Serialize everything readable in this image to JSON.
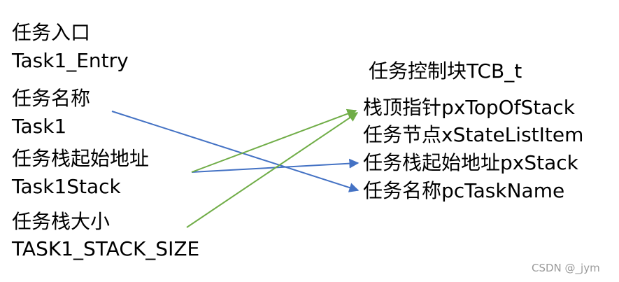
{
  "left": {
    "entry_label": "任务入口",
    "entry_value": "Task1_Entry",
    "name_label": "任务名称",
    "name_value": "Task1",
    "stack_start_label": "任务栈起始地址",
    "stack_start_value": "Task1Stack",
    "stack_size_label": "任务栈大小",
    "stack_size_value": "TASK1_STACK_SIZE"
  },
  "right": {
    "title": "任务控制块TCB_t",
    "fields": [
      "栈顶指针pxTopOfStack",
      "任务节点xStateListItem",
      "任务栈起始地址pxStack",
      "任务名称pcTaskName"
    ]
  },
  "watermark": "CSDN @_jym",
  "colors": {
    "blue_arrow": "#4472c4",
    "green_arrow": "#70ad47",
    "watermark": "#9a9a9a"
  }
}
